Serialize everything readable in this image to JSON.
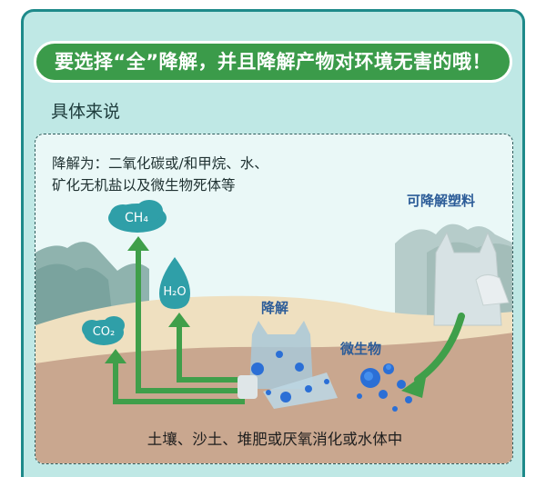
{
  "banner": {
    "text": "要选择“全”降解，并且降解产物对环境无害的哦！"
  },
  "section": {
    "title": "具体来说"
  },
  "panel": {
    "degrade_line1": "降解为：二氧化碳或/和甲烷、水、",
    "degrade_line2": "矿化无机盐以及微生物死体等",
    "plastic_label": "可降解塑料",
    "degrade_label": "降解",
    "microbe_label": "微生物",
    "ch4": "CH₄",
    "h2o": "H₂O",
    "co2": "CO₂",
    "bottom_text": "土壤、沙土、堆肥或厌氧消化或水体中"
  },
  "colors": {
    "banner_green": "#3b9b4a",
    "arrow_green": "#3f9f4a",
    "card_bg": "#bfe8e5",
    "card_border": "#1e8a8a",
    "soil": "#c9a78f",
    "sand": "#efe0c0",
    "drop_teal": "#2f9fa8",
    "microbe_blue": "#2b6fd6",
    "label_blue": "#2c5c98"
  }
}
